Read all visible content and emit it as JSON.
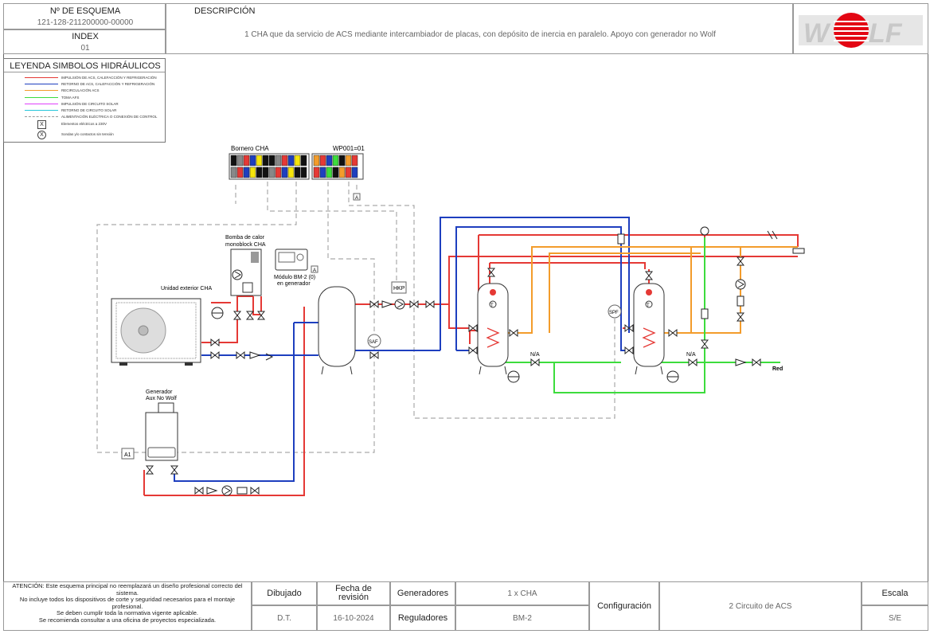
{
  "header": {
    "schema_label": "Nº DE ESQUEMA",
    "schema_value": "121-128-211200000-00000",
    "index_label": "INDEX",
    "index_value": "01",
    "description_label": "DESCRIPCIÓN",
    "description_text": "1 CHA que da servicio de ACS mediante intercambiador de placas, con depósito de inercia en paralelo. Apoyo con generador no Wolf",
    "logo_text": "WOLF"
  },
  "legend": {
    "title": "LEYENDA SIMBOLOS HIDRÁULICOS",
    "items": [
      {
        "label": "IMPULSIÓN DE ACS, CALEFACCIÓN Y REFRIGERACIÓN",
        "color": "#e53935",
        "style": "solid"
      },
      {
        "label": "RETORNO DE ACS, CALEFACCIÓN Y REFRIGERACIÓN",
        "color": "#1e3fbf",
        "style": "solid"
      },
      {
        "label": "RECIRCULACIÓN ACS",
        "color": "#f39c2b",
        "style": "solid"
      },
      {
        "label": "TOMA AFS",
        "color": "#3ddc3d",
        "style": "solid"
      },
      {
        "label": "IMPULSIÓN DE CIRCUITO SOLAR",
        "color": "#e040fb",
        "style": "solid"
      },
      {
        "label": "RETORNO DE CIRCUITO SOLAR",
        "color": "#26c6da",
        "style": "solid"
      },
      {
        "label": "ALIMENTACIÓN ELÉCTRICA O CONEXIÓN DE CONTROL",
        "color": "#999999",
        "style": "dashed"
      }
    ],
    "symbols": [
      {
        "glyph": "X",
        "label": "Elementos eléctricos a 230V"
      },
      {
        "glyph": "X",
        "label": "Sondas y/o contactos sin tensión"
      }
    ]
  },
  "diagram": {
    "labels": {
      "bornero": "Bornero CHA",
      "wp001": "WP001=01",
      "bomba_l1": "Bomba de calor",
      "bomba_l2": "monoblock CHA",
      "unidad": "Unidad exterior CHA",
      "modulo_l1": "Módulo BM-2 (0)",
      "modulo_l2": "en generador",
      "generador_l1": "Generador",
      "generador_l2": "Aux No Wolf",
      "hkp": "HKP",
      "saf": "SAF",
      "spf": "SPF",
      "a1": "A1",
      "na1": "N/A",
      "na2": "N/A",
      "red": "Red",
      "a_box": "A",
      "a_box2": "A",
      "t1": "T",
      "t2": "T"
    }
  },
  "footer": {
    "warning_lines": [
      "ATENCIÓN: Este esquema principal no reemplazará un diseño profesional correcto del sistema.",
      "No incluye todos los dispositivos de corte y seguridad necesarios para el montaje profesional.",
      "Se deben cumplir toda la normativa vigente aplicable.",
      "Se recomienda consultar a una oficina de proyectos especializada."
    ],
    "dibujado_label": "Dibujado",
    "dibujado_value": "D.T.",
    "fecha_label": "Fecha de revisión",
    "fecha_value": "16-10-2024",
    "generadores_label": "Generadores",
    "generadores_value": "1 x CHA",
    "reguladores_label": "Reguladores",
    "reguladores_value": "BM-2",
    "configuracion_label": "Configuración",
    "configuracion_value": "2 Circuito de ACS",
    "escala_label": "Escala",
    "escala_value": "S/E"
  },
  "colors": {
    "supply": "#e53935",
    "return": "#1e3fbf",
    "recirc": "#f39c2b",
    "cold": "#3ddc3d",
    "control": "#999999",
    "brand": "#e30613"
  }
}
